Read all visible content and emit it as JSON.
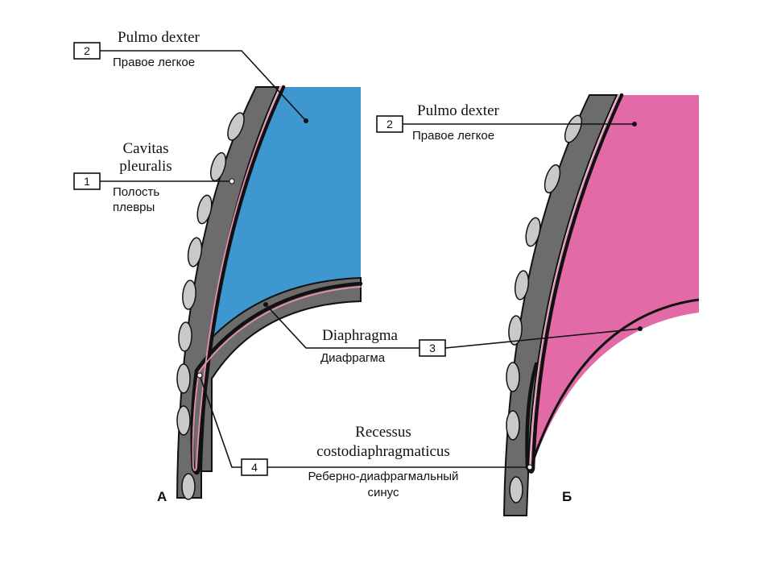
{
  "colors": {
    "wall": "#6c6c6c",
    "wall_outline": "#111111",
    "rib": "#c9c9c9",
    "pleura": "#e58fb3",
    "lung_a": "#3f97cf",
    "lung_b": "#e26aa6",
    "background": "#ffffff"
  },
  "labels": {
    "l2a": {
      "number": "2",
      "latin": "Pulmo dexter",
      "russian": "Правое легкое"
    },
    "l1": {
      "number": "1",
      "latin_line1": "Cavitas",
      "latin_line2": "pleuralis",
      "russian_line1": "Полость",
      "russian_line2": "плевры"
    },
    "l2b": {
      "number": "2",
      "latin": "Pulmo dexter",
      "russian": "Правое легкое"
    },
    "l3": {
      "number": "3",
      "latin": "Diaphragma",
      "russian": "Диафрагма"
    },
    "l4": {
      "number": "4",
      "latin_line1": "Recessus",
      "latin_line2": "costodiaphragmaticus",
      "russian_line1": "Реберно-диафрагмальный",
      "russian_line2": "синус"
    }
  },
  "panels": {
    "a": "А",
    "b": "Б"
  }
}
